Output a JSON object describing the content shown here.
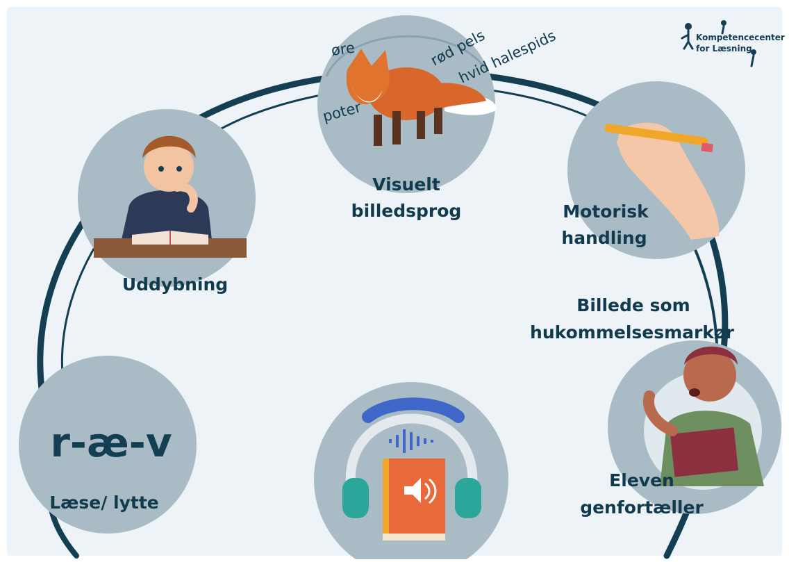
{
  "logo": {
    "line1": "Kompetencecenter",
    "line2": "for Læsning"
  },
  "stages": {
    "visuelt": {
      "line1": "Visuelt",
      "line2": "billedsprog"
    },
    "motorisk": {
      "line1": "Motorisk",
      "line2": "handling"
    },
    "billede": {
      "line1": "Billede som",
      "line2": "hukommelsesmarkør"
    },
    "eleven": {
      "line1": "Eleven",
      "line2": "genfortæller"
    },
    "laese": {
      "word": "r-æ-v",
      "label": "Læse/ lytte"
    },
    "uddybning": {
      "label": "Uddybning"
    }
  },
  "fox_labels": [
    "øre",
    "rød pels",
    "hvid halespids",
    "poter"
  ],
  "colors": {
    "background": "#edf3f7",
    "ring": "#143e52",
    "circle": "#a9bcc5",
    "text": "#123a4f"
  }
}
